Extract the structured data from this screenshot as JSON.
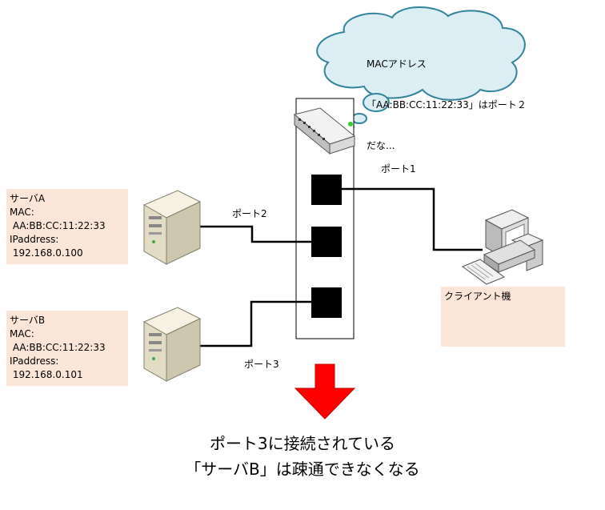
{
  "cloud": {
    "line1": "MACアドレス",
    "line2": "「AA:BB:CC:11:22:33」はポート２",
    "line3": "だな..."
  },
  "server_a": {
    "title": "サーバA",
    "mac_label": "MAC:",
    "mac": " AA:BB:CC:11:22:33",
    "ip_label": "IPaddress:",
    "ip": " 192.168.0.100"
  },
  "server_b": {
    "title": "サーバB",
    "mac_label": "MAC:",
    "mac": " AA:BB:CC:11:22:33",
    "ip_label": "IPaddress:",
    "ip": " 192.168.0.101"
  },
  "client": {
    "label": "クライアント機"
  },
  "ports": {
    "port1": "ポート1",
    "port2": "ポート2",
    "port3": "ポート3"
  },
  "caption": {
    "line1": "ポート3に接続されている",
    "line2": "「サーバB」は疎通できなくなる"
  },
  "colors": {
    "info_bg": "#fbe5d6",
    "cloud_fill": "#dbeef4",
    "cloud_stroke": "#31849b",
    "arrow": "#ff0000"
  }
}
